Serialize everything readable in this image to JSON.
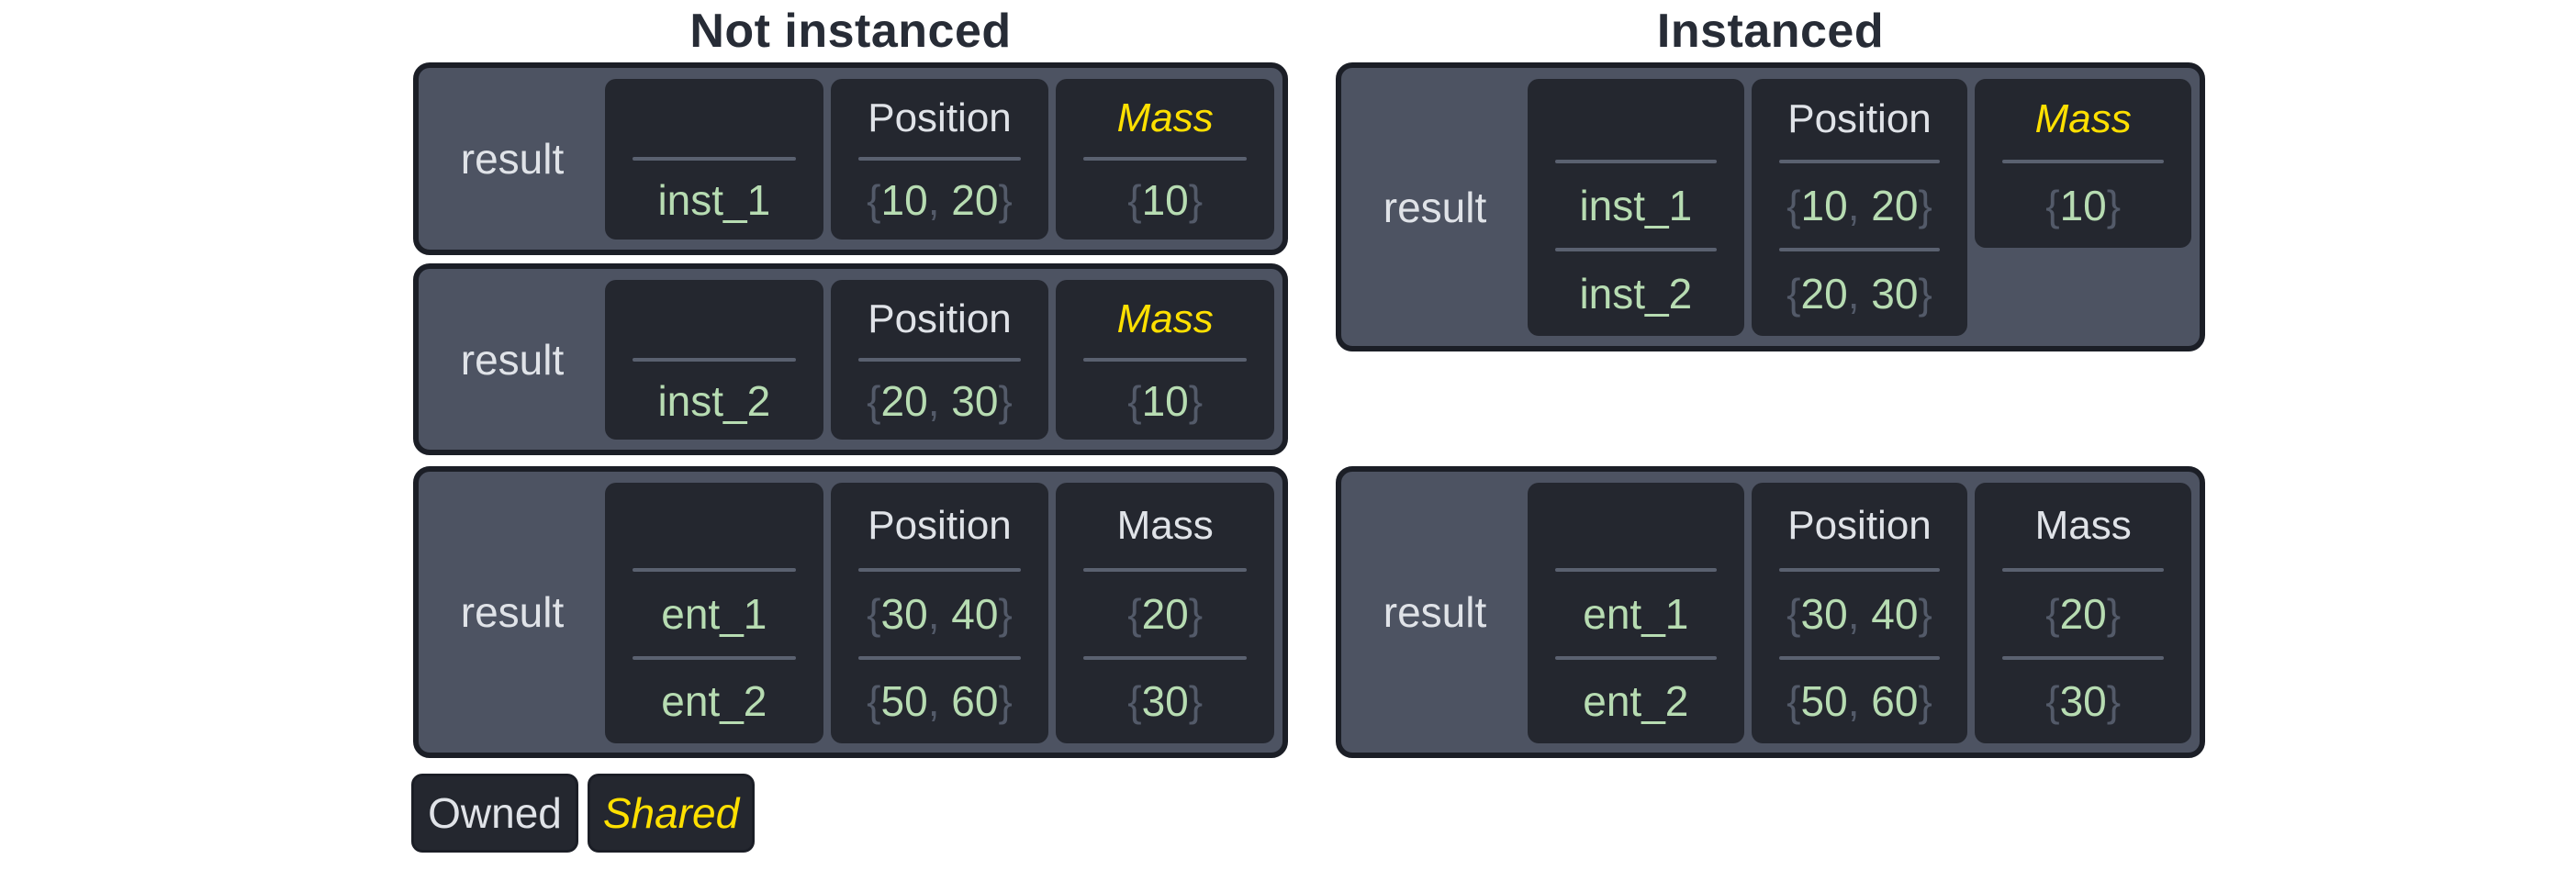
{
  "titles": {
    "not_instanced": "Not instanced",
    "instanced": "Instanced"
  },
  "value_syntax": {
    "open": "{",
    "separator": ", ",
    "close": "}"
  },
  "colors": {
    "page_background": "#ffffff",
    "box_background": "#4d5362",
    "box_border": "#1b1e26",
    "cell_background": "#24272f",
    "light_text": "#e0e3e8",
    "entity_green": "#b7dcb2",
    "punctuation_gray": "#535a69",
    "divider_gray": "#5a6170",
    "shared_yellow": "#ffe000",
    "title_text": "#272c36"
  },
  "boxes": [
    {
      "id": "ni-1",
      "section": "Not instanced",
      "result_label": "result",
      "columns": [
        {
          "header": "",
          "shared": false,
          "rows": [
            {
              "kind": "entity",
              "text": "inst_1"
            }
          ]
        },
        {
          "header": "Position",
          "shared": false,
          "rows": [
            {
              "kind": "value",
              "numbers": [
                "10",
                "20"
              ]
            }
          ]
        },
        {
          "header": "Mass",
          "shared": true,
          "rows": [
            {
              "kind": "value",
              "numbers": [
                "10"
              ]
            }
          ]
        }
      ]
    },
    {
      "id": "ni-2",
      "section": "Not instanced",
      "result_label": "result",
      "columns": [
        {
          "header": "",
          "shared": false,
          "rows": [
            {
              "kind": "entity",
              "text": "inst_2"
            }
          ]
        },
        {
          "header": "Position",
          "shared": false,
          "rows": [
            {
              "kind": "value",
              "numbers": [
                "20",
                "30"
              ]
            }
          ]
        },
        {
          "header": "Mass",
          "shared": true,
          "rows": [
            {
              "kind": "value",
              "numbers": [
                "10"
              ]
            }
          ]
        }
      ]
    },
    {
      "id": "ni-3",
      "section": "Not instanced",
      "result_label": "result",
      "columns": [
        {
          "header": "",
          "shared": false,
          "rows": [
            {
              "kind": "entity",
              "text": "ent_1"
            },
            {
              "kind": "entity",
              "text": "ent_2"
            }
          ]
        },
        {
          "header": "Position",
          "shared": false,
          "rows": [
            {
              "kind": "value",
              "numbers": [
                "30",
                "40"
              ]
            },
            {
              "kind": "value",
              "numbers": [
                "50",
                "60"
              ]
            }
          ]
        },
        {
          "header": "Mass",
          "shared": false,
          "rows": [
            {
              "kind": "value",
              "numbers": [
                "20"
              ]
            },
            {
              "kind": "value",
              "numbers": [
                "30"
              ]
            }
          ]
        }
      ]
    },
    {
      "id": "i-1",
      "section": "Instanced",
      "result_label": "result",
      "columns": [
        {
          "header": "",
          "shared": false,
          "rows": [
            {
              "kind": "entity",
              "text": "inst_1"
            },
            {
              "kind": "entity",
              "text": "inst_2"
            }
          ]
        },
        {
          "header": "Position",
          "shared": false,
          "rows": [
            {
              "kind": "value",
              "numbers": [
                "10",
                "20"
              ]
            },
            {
              "kind": "value",
              "numbers": [
                "20",
                "30"
              ]
            }
          ]
        },
        {
          "header": "Mass",
          "shared": true,
          "rows": [
            {
              "kind": "value",
              "numbers": [
                "10"
              ]
            }
          ]
        }
      ]
    },
    {
      "id": "i-2",
      "section": "Instanced",
      "result_label": "result",
      "columns": [
        {
          "header": "",
          "shared": false,
          "rows": [
            {
              "kind": "entity",
              "text": "ent_1"
            },
            {
              "kind": "entity",
              "text": "ent_2"
            }
          ]
        },
        {
          "header": "Position",
          "shared": false,
          "rows": [
            {
              "kind": "value",
              "numbers": [
                "30",
                "40"
              ]
            },
            {
              "kind": "value",
              "numbers": [
                "50",
                "60"
              ]
            }
          ]
        },
        {
          "header": "Mass",
          "shared": false,
          "rows": [
            {
              "kind": "value",
              "numbers": [
                "20"
              ]
            },
            {
              "kind": "value",
              "numbers": [
                "30"
              ]
            }
          ]
        }
      ]
    }
  ],
  "legend": [
    {
      "label": "Owned",
      "style": "owned"
    },
    {
      "label": "Shared",
      "style": "shared"
    }
  ]
}
